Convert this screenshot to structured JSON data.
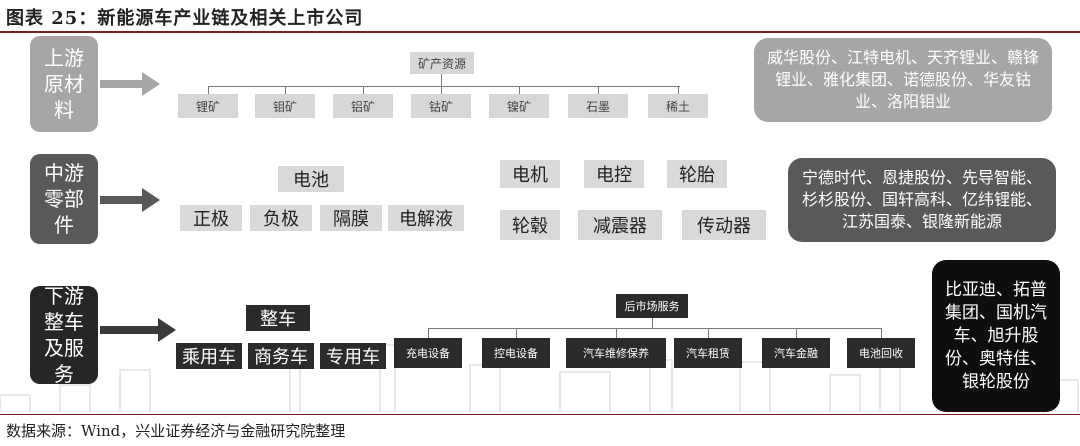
{
  "title": "图表 25：新能源车产业链及相关上市公司",
  "source": "数据来源：Wind，兴业证券经济与金融研究院整理",
  "upstream": {
    "stage": "上游原材料",
    "header": "矿产资源",
    "items": [
      "锂矿",
      "钼矿",
      "铝矿",
      "钴矿",
      "镍矿",
      "石墨",
      "稀土"
    ],
    "companies": "威华股份、江特电机、天齐锂业、赣锋锂业、雅化集团、诺德股份、华友钴业、洛阳钼业"
  },
  "midstream": {
    "stage": "中游零部件",
    "battery": "电池",
    "battery_parts": [
      "正极",
      "负极",
      "隔膜",
      "电解液"
    ],
    "parts_row1": [
      "电机",
      "电控",
      "轮胎"
    ],
    "parts_row2": [
      "轮毂",
      "减震器",
      "传动器"
    ],
    "companies": "宁德时代、恩捷股份、先导智能、杉杉股份、国轩高科、亿纬锂能、江苏国泰、银隆新能源"
  },
  "downstream": {
    "stage": "下游整车及服务",
    "vehicle": "整车",
    "vehicle_types": [
      "乘用车",
      "商务车",
      "专用车"
    ],
    "aftermarket": "后市场服务",
    "services": [
      "充电设备",
      "控电设备",
      "汽车维修保养",
      "汽车租赁",
      "汽车金融",
      "电池回收"
    ],
    "companies": "比亚迪、拓普集团、国机汽车、旭升股份、奥特佳、银轮股份"
  }
}
